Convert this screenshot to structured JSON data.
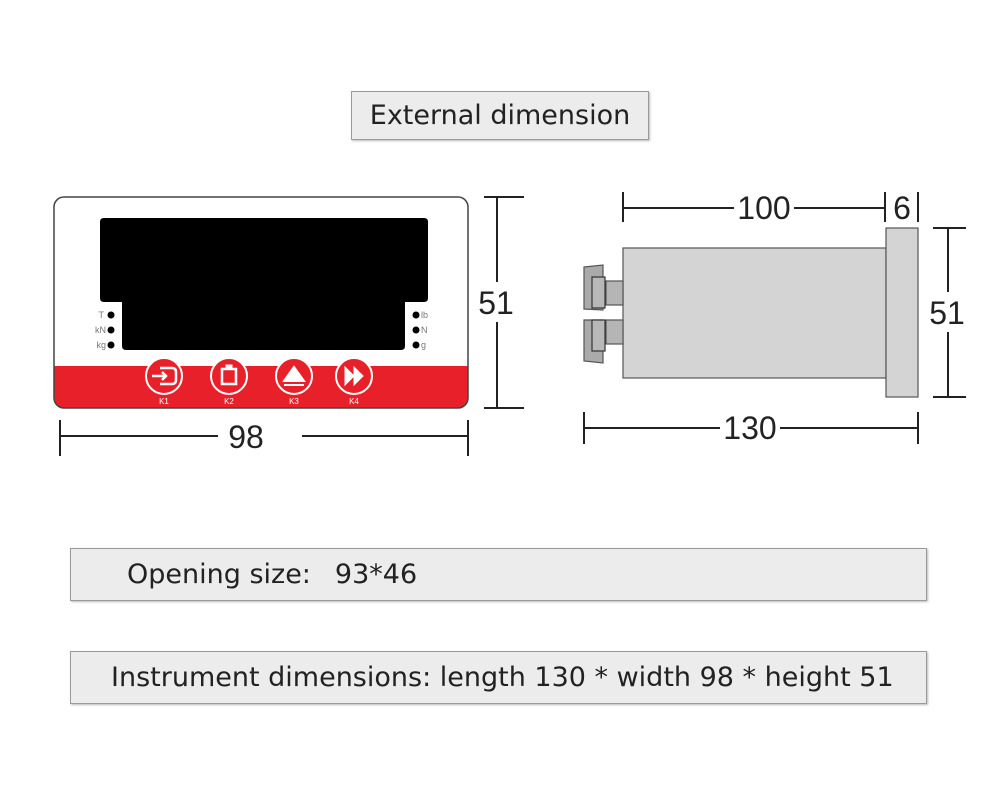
{
  "title": "External dimension",
  "front_view": {
    "indicators_left": [
      "T",
      "kN",
      "kg"
    ],
    "indicators_right": [
      "lb",
      "N",
      "g"
    ],
    "keys": [
      "K1",
      "K2",
      "K3",
      "K4"
    ],
    "width_label": "98",
    "height_label": "51"
  },
  "side_view": {
    "depth_label": "100",
    "flange_label": "6",
    "length_label": "130",
    "height_label": "51"
  },
  "opening_size": {
    "label": "Opening size:",
    "value": "93*46"
  },
  "instrument_dimensions": "Instrument dimensions: length 130 * width 98 * height 51",
  "colors": {
    "red": "#e8202a",
    "body_gray": "#d4d4d4",
    "box_bg": "#ececec"
  }
}
